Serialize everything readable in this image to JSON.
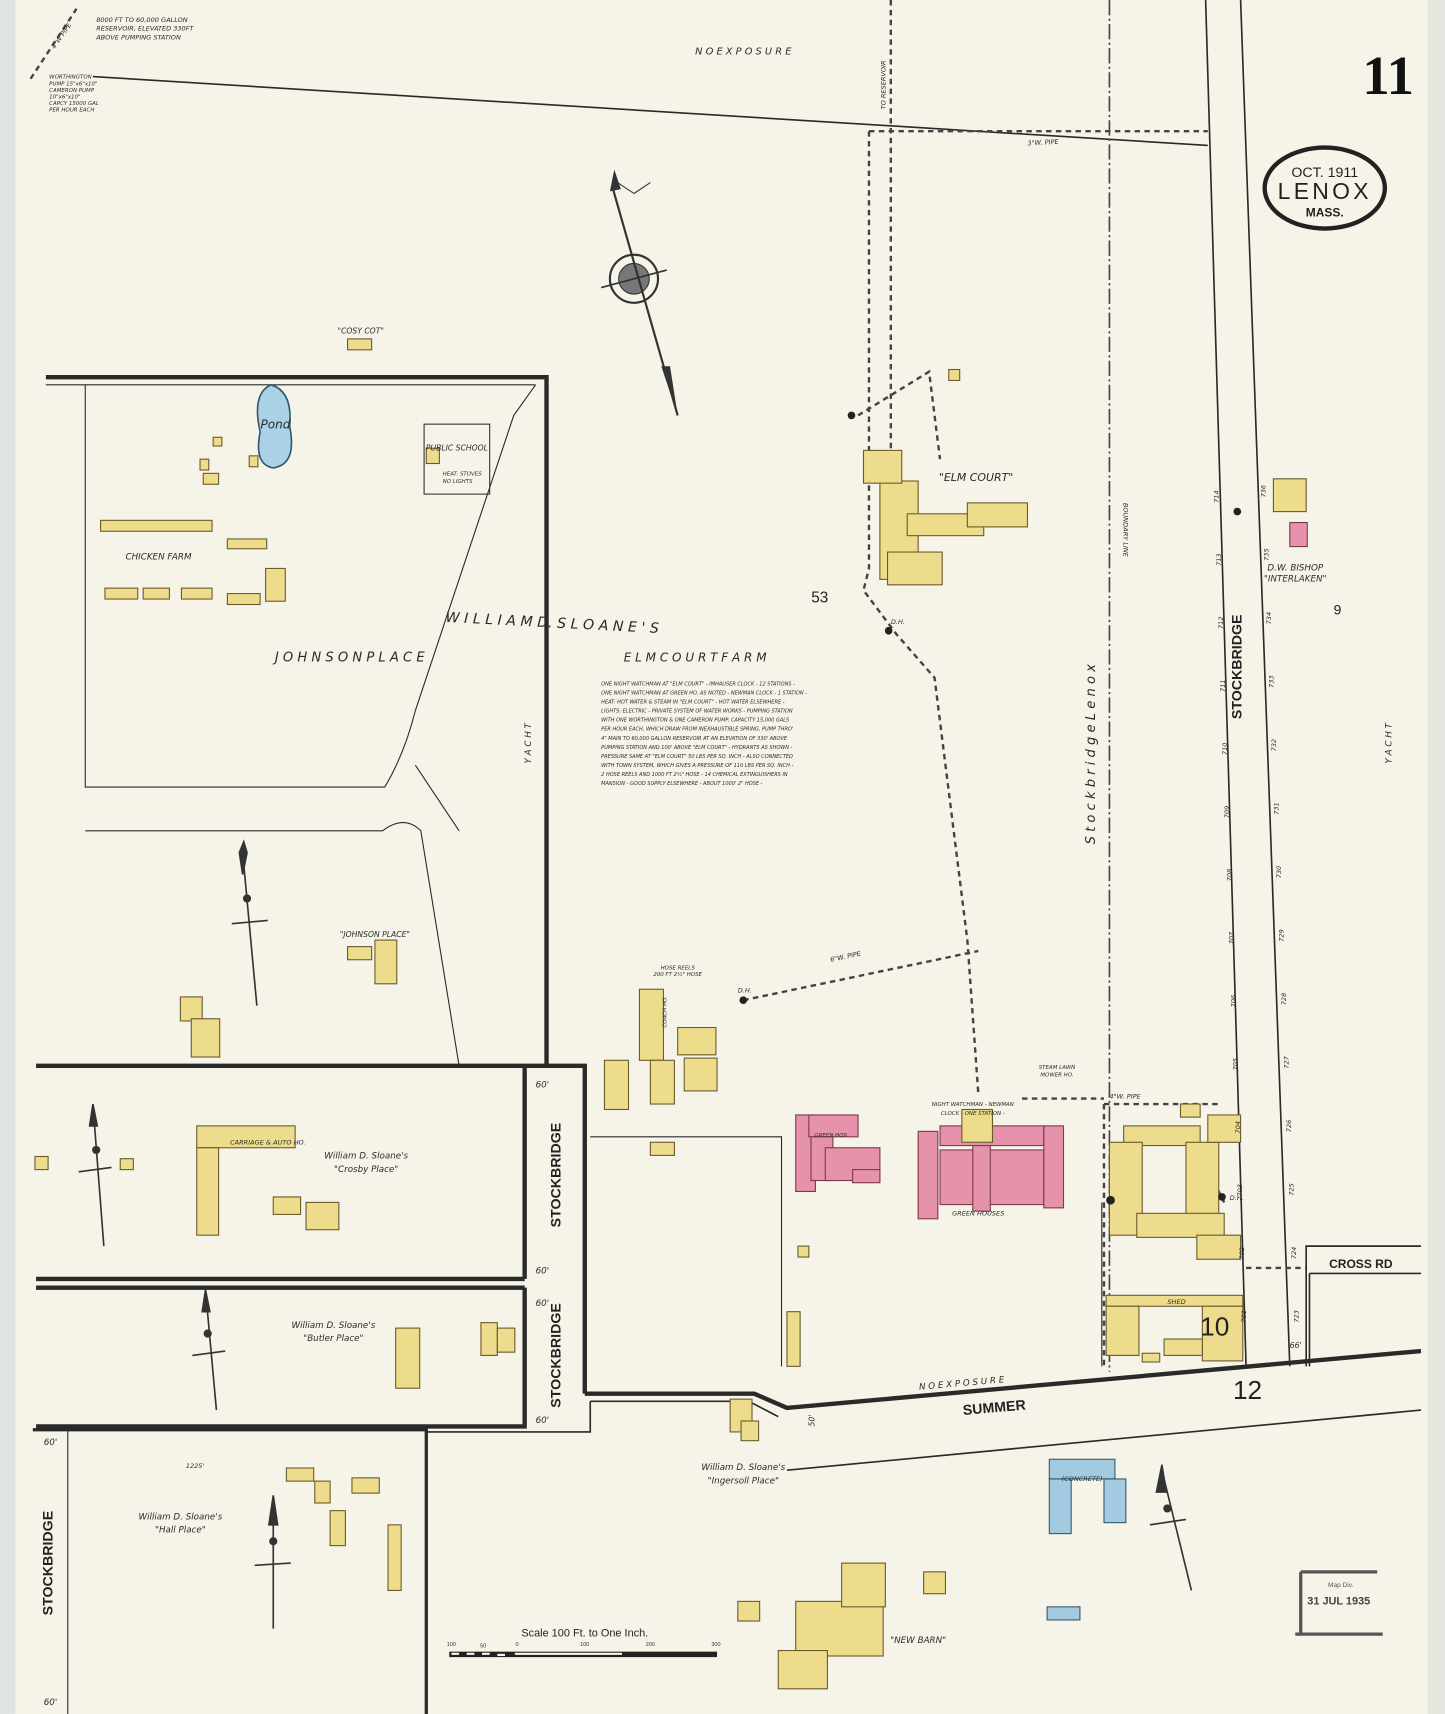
{
  "sheet": {
    "number": "11",
    "date": "OCT. 1911",
    "town": "LENOX",
    "state": "MASS.",
    "scale_label": "Scale 100 Ft. to One Inch.",
    "scale_ticks": [
      "100",
      "50",
      "0",
      "100",
      "200",
      "300"
    ],
    "stamp": [
      "Map Div.",
      "31 JUL 1935"
    ]
  },
  "colors": {
    "paper": "#f6f4e8",
    "frame_building": "#ecdc8c",
    "brick_building": "#e592aa",
    "concrete_building": "#a2cbe2",
    "ink": "#2a2a2a"
  },
  "labels": {
    "no_exposure_top": "N O   E X P O S U R E",
    "no_exposure_bottom": "N O   E X P O S U R E",
    "reservoir_note": [
      "8000 FT TO 60,000 GALLON",
      "RESERVOIR, ELEVATED 330FT",
      "ABOVE PUMPING STATION"
    ],
    "pump_note": [
      "WORTHINGTON",
      "PUMP 15\"x6\"x10\"",
      "CAMERON PUMP",
      "10\"x6\"x10\"",
      "CAPCY 15000 GAL",
      "PER HOUR EACH"
    ],
    "pipe_4w_top": "4\"W PIPE",
    "to_reservoir": "TO RESERVOIR",
    "pipe_3w": "3\"W. PIPE",
    "cosy_cot": "\"COSY COT\"",
    "pond": "Pond",
    "public_school": "PUBLIC SCHOOL",
    "school_note": [
      "HEAT: STOVES",
      "NO LIGHTS"
    ],
    "chicken_farm": "CHICKEN FARM",
    "owner_title": "W I L L I A M   D.  S L O A N E ' S",
    "johnson_place": "J O H N S O N   P L A C E",
    "elm_court_farm": "E L M   C O U R T   F A R M",
    "elm_court": "\"ELM COURT\"",
    "block_53": "53",
    "block_9": "9",
    "block_10": "10",
    "block_12": "12",
    "yacht_left": "Y A C H T",
    "yacht_right": "Y A C H T",
    "stockbridge_lenox": "S t o c k b r i d g e     L e n o x",
    "boundary_line": "BOUNDARY LINE",
    "stockbridge_right": "STOCKBRIDGE",
    "stockbridge_mid1": "STOCKBRIDGE",
    "stockbridge_mid2": "STOCKBRIDGE",
    "stockbridge_left": "STOCKBRIDGE",
    "summer": "SUMMER",
    "cross_rd": "CROSS RD",
    "bishop": [
      "D.W. BISHOP",
      "\"INTERLAKEN\""
    ],
    "johnson_place_small": "\"JOHNSON PLACE\"",
    "crosby": [
      "William D. Sloane's",
      "\"Crosby Place\""
    ],
    "butler": [
      "William D. Sloane's",
      "\"Butler Place\""
    ],
    "hall": [
      "William D. Sloane's",
      "\"Hall Place\""
    ],
    "ingersoll": [
      "William D. Sloane's",
      "\"Ingersoll Place\""
    ],
    "new_barn": "\"NEW BARN\"",
    "carriage": "CARRIAGE & AUTO HO.",
    "green_houses": "GREEN   HOUSES",
    "night_watch": [
      "NIGHT WATCHMAN - NEWMAN",
      "CLOCK - ONE STATION -"
    ],
    "green_ho": "GREEN HOS",
    "hose_reels": [
      "HOSE REELS",
      "200 FT 2½\" HOSE"
    ],
    "pipe_6w": "6\"W. PIPE",
    "pipe_4w": "4\"W. PIPE",
    "coach_ho": "COACH HO.",
    "steam_lawn": [
      "STEAM LAWN",
      "MOWER HO."
    ],
    "shed": "SHED",
    "concrete": "(CONCRETE)",
    "dim_60": "60'",
    "dim_50": "50'",
    "dim_66": "66'",
    "dim_1225": "1225'",
    "dh": "D.H."
  },
  "notes": [
    "ONE NIGHT WATCHMAN AT \"ELM COURT\" - IMHAUSER CLOCK - 12 STATIONS -",
    "ONE NIGHT WATCHMAN AT GREEN HO. AS NOTED - NEWMAN CLOCK - 1 STATION -",
    "HEAT: HOT WATER & STEAM IN \"ELM COURT\" - HOT WATER ELSEWHERE -",
    "LIGHTS: ELECTRIC - PRIVATE SYSTEM OF WATER WORKS - PUMPING STATION",
    "WITH ONE WORTHINGTON & ONE CAMERON PUMP, CAPACITY 15,000 GALS",
    "PER HOUR EACH, WHICH DRAW FROM INEXHAUSTIBLE SPRING, PUMP THRO'",
    "4\" MAIN TO 60,000 GALLON RESERVOIR AT AN ELEVATION OF 330' ABOVE",
    "PUMPING STATION AND 100' ABOVE \"ELM COURT\" - HYDRANTS AS SHOWN -",
    "PRESSURE SAME AT \"ELM COURT\" 50 LBS PER SQ. INCH - ALSO CONNECTED",
    "WITH TOWN SYSTEM, WHICH GIVES A PRESSURE OF 110 LBS PER SQ. INCH -",
    "2 HOSE REELS AND 1000 FT 2½\" HOSE - 14 CHEMICAL EXTINGUISHERS IN",
    "MANSION - GOOD SUPPLY ELSEWHERE - ABOUT 1000' 2\" HOSE -"
  ],
  "address_numbers_left": [
    "714",
    "713",
    "712",
    "711",
    "710",
    "709",
    "708",
    "707",
    "706",
    "705",
    "704",
    "703",
    "702",
    "701"
  ],
  "address_numbers_right": [
    "736",
    "735",
    "734",
    "733",
    "732",
    "731",
    "730",
    "729",
    "728",
    "727",
    "726",
    "725",
    "724",
    "723"
  ]
}
